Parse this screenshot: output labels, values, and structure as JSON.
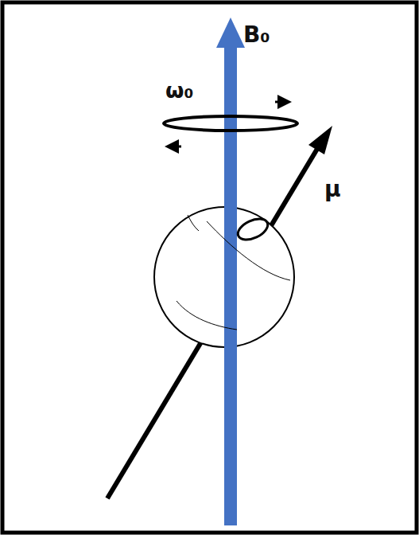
{
  "diagram": {
    "labels": [
      "B₀",
      "ω₀",
      "μ"
    ]
  }
}
